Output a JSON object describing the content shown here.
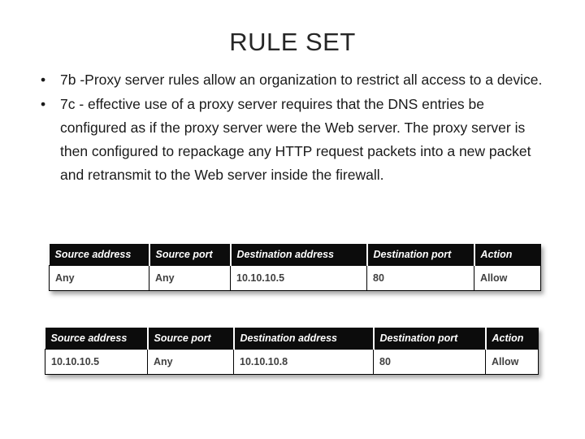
{
  "slide": {
    "title": "RULE SET",
    "bullet_char": "•",
    "bullets": [
      "7b -Proxy server rules allow an organization to restrict all access to a device.",
      "7c - effective use of a proxy server requires that the DNS entries be configured as if the proxy server were the Web server. The proxy server is then configured to repackage any HTTP  request packets into a new packet and retransmit to the Web server inside the firewall."
    ]
  },
  "tables": [
    {
      "headers": [
        "Source address",
        "Source port",
        "Destination address",
        "Destination port",
        "Action"
      ],
      "rows": [
        [
          "Any",
          "Any",
          "10.10.10.5",
          "80",
          "Allow"
        ]
      ]
    },
    {
      "headers": [
        "Source address",
        "Source port",
        "Destination address",
        "Destination port",
        "Action"
      ],
      "rows": [
        [
          "10.10.10.5",
          "Any",
          "10.10.10.8",
          "80",
          "Allow"
        ]
      ]
    }
  ],
  "colors": {
    "header_bg": "#0c0c0c",
    "header_text": "#ffffff",
    "cell_text": "#404040",
    "title_text": "#262626",
    "body_text": "#1a1a1a"
  }
}
